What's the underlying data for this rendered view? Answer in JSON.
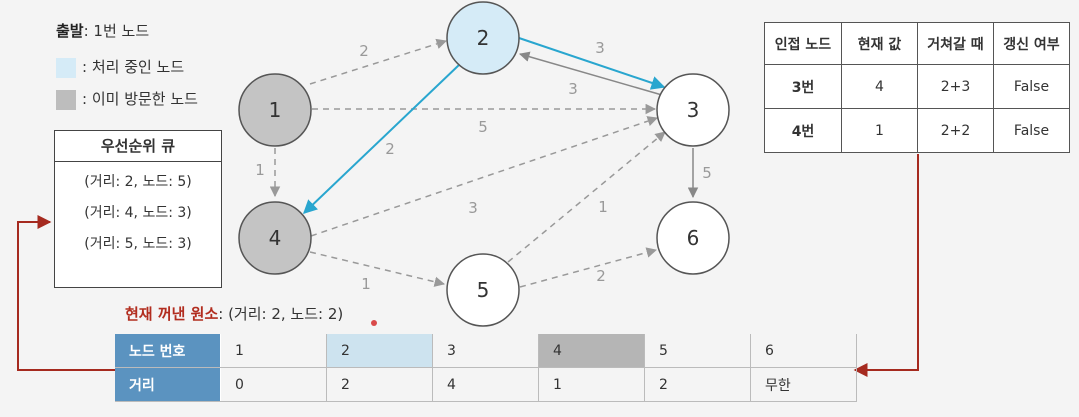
{
  "legend": {
    "start_label": "출발",
    "start_value": ": 1번 노드",
    "processing": ": 처리 중인 노드",
    "visited": ": 이미 방문한 노드",
    "colors": {
      "processing": "#d5ebf7",
      "visited": "#bdbdbd"
    }
  },
  "priority_queue": {
    "title": "우선순위 큐",
    "items": [
      "(거리: 2, 노드: 5)",
      "(거리: 4, 노드: 3)",
      "(거리: 5, 노드: 3)"
    ]
  },
  "graph": {
    "nodes": [
      {
        "id": "1",
        "state": "visited"
      },
      {
        "id": "2",
        "state": "processing"
      },
      {
        "id": "3",
        "state": "default"
      },
      {
        "id": "4",
        "state": "visited"
      },
      {
        "id": "5",
        "state": "default"
      },
      {
        "id": "6",
        "state": "default"
      }
    ],
    "edges": [
      {
        "from": "1",
        "to": "2",
        "weight": "2",
        "style": "dashed"
      },
      {
        "from": "1",
        "to": "3",
        "weight": "5",
        "style": "dashed"
      },
      {
        "from": "1",
        "to": "4",
        "weight": "1",
        "style": "dashed"
      },
      {
        "from": "2",
        "to": "3",
        "weight": "3",
        "style": "highlight"
      },
      {
        "from": "3",
        "to": "2",
        "weight": "3",
        "style": "solid"
      },
      {
        "from": "2",
        "to": "4",
        "weight": "2",
        "style": "highlight"
      },
      {
        "from": "4",
        "to": "3",
        "weight": "3",
        "style": "dashed"
      },
      {
        "from": "4",
        "to": "5",
        "weight": "1",
        "style": "dashed"
      },
      {
        "from": "3",
        "to": "6",
        "weight": "5",
        "style": "solid"
      },
      {
        "from": "5",
        "to": "3",
        "weight": "1",
        "style": "dashed"
      },
      {
        "from": "5",
        "to": "6",
        "weight": "2",
        "style": "dashed"
      }
    ],
    "colors": {
      "highlight": "#29a6cf",
      "dashed": "#999999",
      "solid": "#888888",
      "arrow_red": "#a52a1f"
    }
  },
  "current_popped": {
    "label": "현재 꺼낸 원소",
    "value": ": (거리: 2, 노드: 2)"
  },
  "relax_table": {
    "headers": [
      "인접 노드",
      "현재 값",
      "거쳐갈 때",
      "갱신 여부"
    ],
    "rows": [
      [
        "3번",
        "4",
        "2+3",
        "False"
      ],
      [
        "4번",
        "1",
        "2+2",
        "False"
      ]
    ]
  },
  "distance_table": {
    "row_headers": [
      "노드 번호",
      "거리"
    ],
    "nodes": [
      "1",
      "2",
      "3",
      "4",
      "5",
      "6"
    ],
    "distances": [
      "0",
      "2",
      "4",
      "1",
      "2",
      "무한"
    ]
  }
}
